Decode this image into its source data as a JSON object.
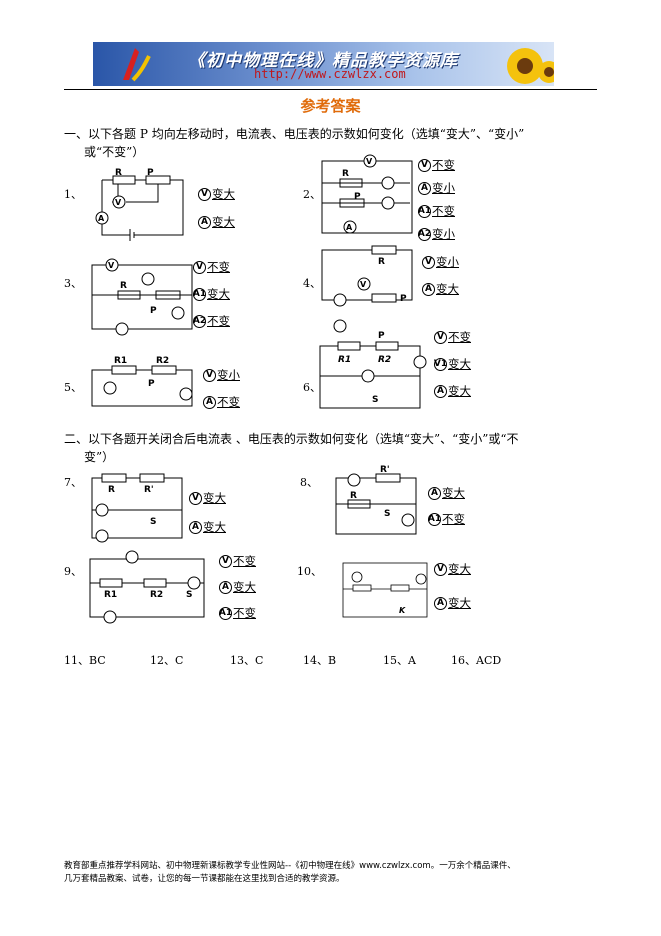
{
  "header": {
    "banner_title": "《初中物理在线》精品教学资源库",
    "banner_url": "http://www.czwlzx.com"
  },
  "page_title": "参考答案",
  "section1": {
    "line1": "一、以下各题 P 均向左移动时，电流表、电压表的示数如何变化（选填“变大”、“变小”",
    "line2": "或“不变”）"
  },
  "section2": {
    "line1": "二、以下各题开关闭合后电流表 、电压表的示数如何变化（选填“变大”、“变小”或“不",
    "line2": "变”）"
  },
  "problems": [
    {
      "num": "1、",
      "answers": [
        {
          "meter": "V",
          "value": "变大"
        },
        {
          "meter": "A",
          "value": "变大"
        }
      ]
    },
    {
      "num": "2、",
      "answers": [
        {
          "meter": "V",
          "value": "不变"
        },
        {
          "meter": "A",
          "value": "变小"
        },
        {
          "meter": "A1",
          "value": "不变"
        },
        {
          "meter": "A2",
          "value": "变小"
        }
      ]
    },
    {
      "num": "3、",
      "answers": [
        {
          "meter": "V",
          "value": "不变"
        },
        {
          "meter": "A1",
          "value": "变大"
        },
        {
          "meter": "A2",
          "value": "不变"
        }
      ]
    },
    {
      "num": "4、",
      "answers": [
        {
          "meter": "V",
          "value": "变小"
        },
        {
          "meter": "A",
          "value": "变大"
        }
      ]
    },
    {
      "num": "5、",
      "answers": [
        {
          "meter": "V",
          "value": "变小"
        },
        {
          "meter": "A",
          "value": "不变"
        }
      ]
    },
    {
      "num": "6、",
      "answers": [
        {
          "meter": "V",
          "value": "不变"
        },
        {
          "meter": "V1",
          "value": "变大"
        },
        {
          "meter": "A",
          "value": "变大"
        }
      ]
    },
    {
      "num": "7、",
      "answers": [
        {
          "meter": "V",
          "value": "变大"
        },
        {
          "meter": "A",
          "value": "变大"
        }
      ]
    },
    {
      "num": "8、",
      "answers": [
        {
          "meter": "A",
          "value": "变大"
        },
        {
          "meter": "A1",
          "value": "不变"
        }
      ]
    },
    {
      "num": "9、",
      "answers": [
        {
          "meter": "V",
          "value": "不变"
        },
        {
          "meter": "A",
          "value": "变大"
        },
        {
          "meter": "A1",
          "value": "不变"
        }
      ]
    },
    {
      "num": "10、",
      "answers": [
        {
          "meter": "V",
          "value": "变大"
        },
        {
          "meter": "A",
          "value": "变大"
        }
      ]
    }
  ],
  "choice_answers": [
    "11、BC",
    "12、C",
    "13、C",
    "14、B",
    "15、A",
    "16、ACD"
  ],
  "circuit_labels": {
    "r": "R",
    "p": "P",
    "r1": "R1",
    "r2": "R2",
    "s": "S",
    "k": "K",
    "rp": "R'",
    "v": "V",
    "a": "A",
    "a1": "A1",
    "a2": "A2",
    "v1": "V1"
  },
  "footer": {
    "line1": "教育部重点推荐学科网站、初中物理新课标教学专业性网站--《初中物理在线》www.czwlzx.com。一万余个精品课件、",
    "line2": "几万套精品教案、试卷，让您的每一节课都能在这里找到合适的教学资源。"
  }
}
